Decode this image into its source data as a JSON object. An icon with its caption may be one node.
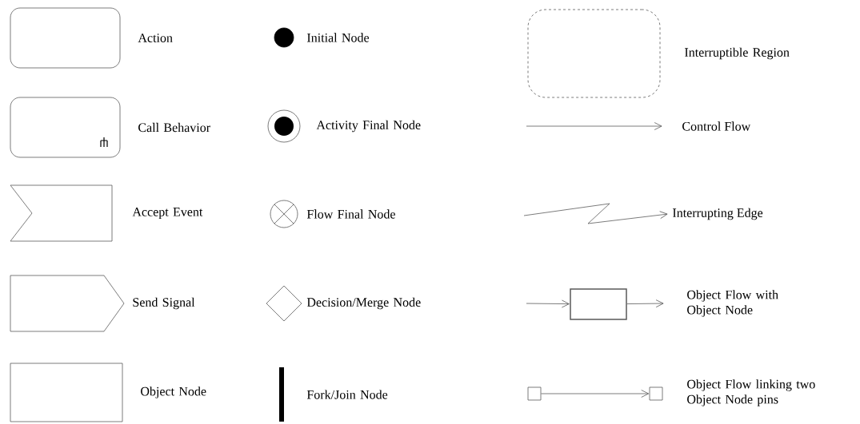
{
  "diagram": {
    "nodes": [
      {
        "text": [],
        "shape": "box",
        "beside": [
          "Action"
        ]
      },
      {
        "text": [],
        "shape": "box",
        "beside": [
          "Call Behavior"
        ]
      },
      {
        "text": [],
        "shape": "flag",
        "beside": [
          "Accept Event"
        ]
      },
      {
        "text": [],
        "shape": "pentagon",
        "beside": [
          "Send Signal"
        ]
      },
      {
        "text": [],
        "shape": "box",
        "beside": [
          "Object Node"
        ]
      },
      {
        "text": [],
        "shape": "circle",
        "beside": [
          "Initial Node"
        ]
      },
      {
        "text": [],
        "shape": "circle",
        "beside": [
          "Activity Final Node"
        ]
      },
      {
        "text": [],
        "shape": "circle",
        "beside": [
          "Flow Final Node"
        ]
      },
      {
        "text": [],
        "shape": "diamond",
        "beside": [
          "Decision/Merge Node"
        ]
      },
      {
        "text": [],
        "shape": "bar",
        "beside": [
          "Fork/Join Node"
        ]
      },
      {
        "text": [],
        "shape": "box",
        "beside": [
          "Interruptible Region"
        ]
      },
      {
        "text": [],
        "shape": "box"
      },
      {
        "text": [],
        "shape": "box"
      },
      {
        "text": [],
        "shape": "box"
      }
    ],
    "labels": [
      "Object Flow with Object Node",
      "Object Flow linking two Object Node pins"
    ],
    "edges": [
      {
        "from": null,
        "to": 11,
        "arrow": "to"
      },
      {
        "from": 11,
        "to": null,
        "arrow": "to"
      },
      {
        "from": 12,
        "to": 13,
        "arrow": "to"
      }
    ],
    "legend": [
      {
        "text": "Control Flow"
      },
      {
        "text": "Interrupting Edge"
      }
    ]
  }
}
